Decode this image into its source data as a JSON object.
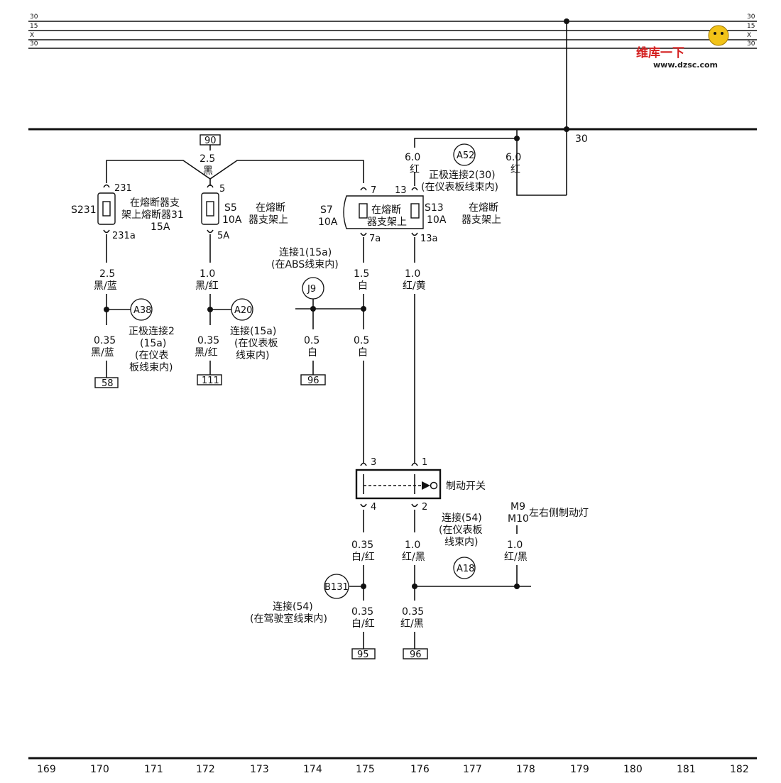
{
  "bus_labels": {
    "b1": "30",
    "b2": "15",
    "b3": "X",
    "b4": "30"
  },
  "terminal_30": "30",
  "refs": {
    "r90": "90",
    "r58": "58",
    "r111": "111",
    "r96a": "96",
    "r95": "95",
    "r96b": "96"
  },
  "watermark": {
    "line1": "维库一下",
    "url": "www.dzsc.com"
  },
  "fuses": {
    "s231": {
      "name": "S231",
      "pin_top": "231",
      "pin_bot": "231a",
      "note1": "在熔断器支",
      "note2": "架上熔断器31",
      "note3": "15A"
    },
    "s5": {
      "name": "S5",
      "amp": "10A",
      "pin_top": "5",
      "pin_bot": "5A",
      "note1": "在熔断",
      "note2": "器支架上"
    },
    "s7": {
      "name": "S7",
      "amp": "10A",
      "pin_top": "7",
      "pin_bot": "7a",
      "note1": "在熔断",
      "note2": "器支架上"
    },
    "s13": {
      "name": "S13",
      "amp": "10A",
      "pin_top": "13",
      "pin_bot": "13a",
      "note1": "在熔断",
      "note2": "器支架上"
    }
  },
  "wires": {
    "w90": {
      "size": "2.5",
      "color": "黑"
    },
    "w231": {
      "size": "2.5",
      "color": "黑/蓝"
    },
    "w5a": {
      "size": "1.0",
      "color": "黑/红"
    },
    "w7a": {
      "size": "1.5",
      "color": "白"
    },
    "w13a": {
      "size": "1.0",
      "color": "红/黄"
    },
    "w58": {
      "size": "0.35",
      "color": "黑/蓝"
    },
    "w111": {
      "size": "0.35",
      "color": "黑/红"
    },
    "w96a": {
      "size": "0.5",
      "color": "白"
    },
    "w75": {
      "size": "0.5",
      "color": "白"
    },
    "w60l": {
      "size": "6.0",
      "color": "红"
    },
    "w60r": {
      "size": "6.0",
      "color": "红"
    },
    "w4": {
      "size": "0.35",
      "color": "白/红"
    },
    "w2": {
      "size": "1.0",
      "color": "红/黑"
    },
    "wm": {
      "size": "1.0",
      "color": "红/黑"
    },
    "w95": {
      "size": "0.35",
      "color": "白/红"
    },
    "w96b": {
      "size": "0.35",
      "color": "红/黑"
    }
  },
  "connectors": {
    "a38": {
      "id": "A38",
      "l1": "正极连接2",
      "l2": "(15a)",
      "l3": "(在仪表",
      "l4": "板线束内)"
    },
    "a20": {
      "id": "A20",
      "l1": "连接(15a)",
      "l2": "(在仪表板",
      "l3": "线束内)"
    },
    "j9": {
      "id": "J9",
      "l1": "连接1(15a)",
      "l2": "(在ABS线束内)"
    },
    "a52": {
      "id": "A52",
      "l1": "正极连接2(30)",
      "l2": "(在仪表板线束内)"
    },
    "a18": {
      "id": "A18",
      "l1": "连接(54)",
      "l2": "(在仪表板",
      "l3": "线束内)"
    },
    "b131": {
      "id": "B131",
      "l1": "连接(54)",
      "l2": "(在驾驶室线束内)"
    }
  },
  "switch": {
    "name": "制动开关",
    "p3": "3",
    "p1": "1",
    "p4": "4",
    "p2": "2"
  },
  "lamp": {
    "m9": "M9",
    "m10": "M10",
    "desc": "左右侧制动灯"
  },
  "columns": [
    "169",
    "170",
    "171",
    "172",
    "173",
    "174",
    "175",
    "176",
    "177",
    "178",
    "179",
    "180",
    "181",
    "182"
  ]
}
